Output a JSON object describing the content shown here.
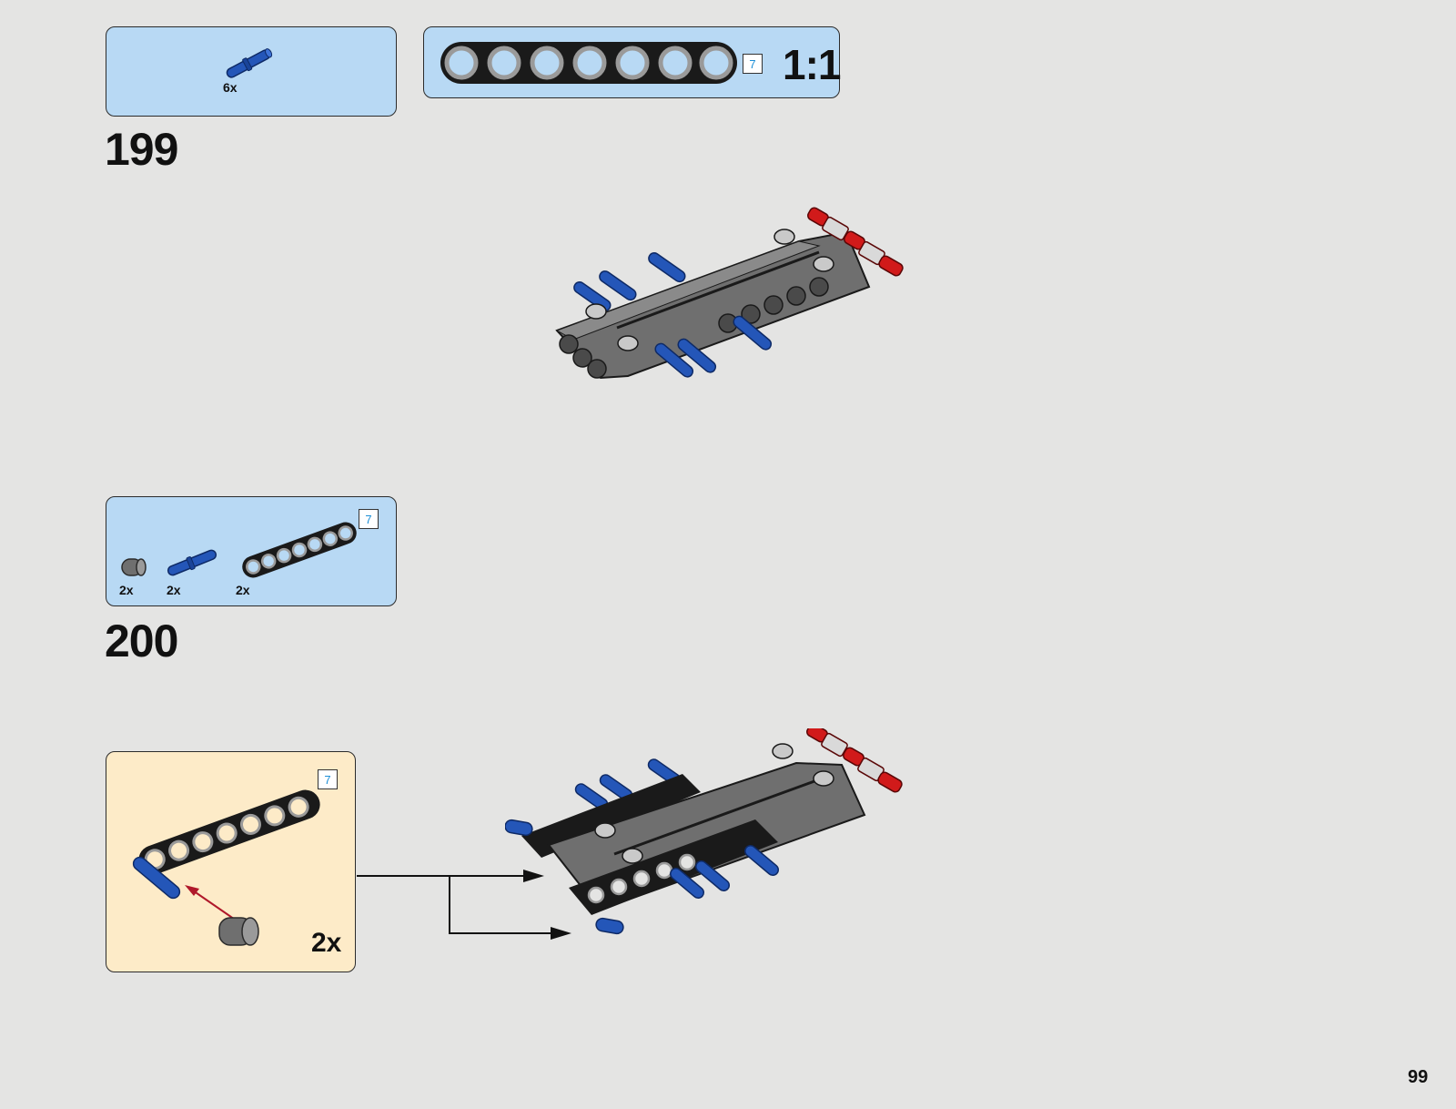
{
  "page": {
    "number": "99"
  },
  "step199": {
    "number": "199",
    "parts": [
      {
        "name": "blue-pin",
        "qty": "6x"
      }
    ],
    "scale_beam_length": "7",
    "scale_label": "1:1"
  },
  "step200": {
    "number": "200",
    "parts": [
      {
        "name": "gray-bush",
        "qty": "2x"
      },
      {
        "name": "blue-pin",
        "qty": "2x"
      },
      {
        "name": "black-beam",
        "qty": "2x"
      }
    ],
    "beam_length": "7",
    "subassembly": {
      "beam_length": "7",
      "multiplier": "2x"
    }
  },
  "colors": {
    "background": "#e4e4e3",
    "parts_panel": "#b8d9f4",
    "subassembly_panel": "#fdebc8",
    "lego_blue": "#2456b8",
    "lego_red": "#d11a1a",
    "lego_gray": "#6f6f6f",
    "lego_black": "#1a1a1a"
  }
}
